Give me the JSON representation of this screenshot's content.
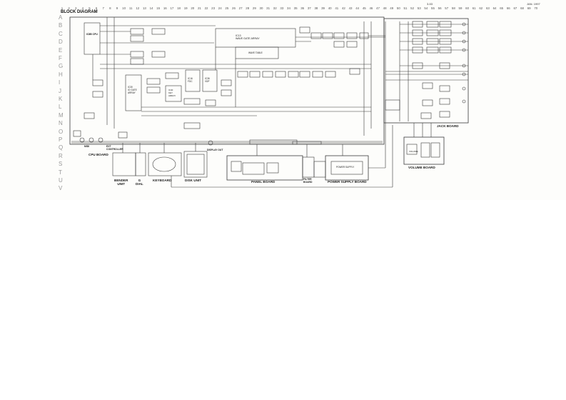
{
  "header": {
    "page_no": "3-53",
    "date": "JAN. 1997",
    "title": "BLOCK DIAGRAM"
  },
  "columns": [
    "1",
    "2",
    "3",
    "4",
    "5",
    "6",
    "7",
    "8",
    "9",
    "10",
    "11",
    "12",
    "13",
    "14",
    "15",
    "16",
    "17",
    "18",
    "19",
    "20",
    "21",
    "22",
    "23",
    "24",
    "25",
    "26",
    "27",
    "28",
    "29",
    "30",
    "31",
    "32",
    "33",
    "34",
    "35",
    "36",
    "37",
    "38",
    "39",
    "40",
    "41",
    "42",
    "43",
    "44",
    "45",
    "46",
    "47",
    "48",
    "49",
    "50",
    "51",
    "52",
    "53",
    "54",
    "55",
    "56",
    "57",
    "58",
    "59",
    "60",
    "61",
    "62",
    "63",
    "64",
    "65",
    "66",
    "67",
    "68",
    "69",
    "70"
  ],
  "rows": [
    "A",
    "B",
    "C",
    "D",
    "E",
    "F",
    "G",
    "H",
    "I",
    "J",
    "K",
    "L",
    "M",
    "N",
    "O",
    "P",
    "Q",
    "R",
    "S",
    "T",
    "U",
    "V"
  ],
  "blocks": {
    "cpu": "IC8B\nCPU",
    "gate_array_ic30": "IC30\nIO GATE\nARRAY",
    "wave_gate_array": "IC13\nWAVE GATE ARRAY",
    "wave_table": "WAVE TABLE",
    "fdc": "IC16\nFDC",
    "vdp": "IC36\nVDP",
    "key_array": "IC40\nKEY\nARRAY"
  },
  "boards": {
    "cpu_board": "CPU BOARD",
    "bender_unit": "BENDER\nUNIT",
    "g_dial": "G\nDIAL",
    "keyboard": "KEYBOARD",
    "disk_unit": "DISK UNIT",
    "panel_board": "PANEL BOARD",
    "filter_board": "FILTER\nBOARD",
    "power_board": "POWER SUPPLY BOARD",
    "jack_board": "JACK BOARD",
    "volume_board": "VOLUME BOARD"
  },
  "labels": {
    "midi": "MIDI",
    "ext_controller": "EXT\nCONTROLLER",
    "display_out": "DISPLAY OUT",
    "power_supply": "POWER SUPPLY",
    "volume": "VOLUME"
  },
  "colors": {
    "line": "#3a3a3a",
    "paper": "#fdfdfb"
  }
}
